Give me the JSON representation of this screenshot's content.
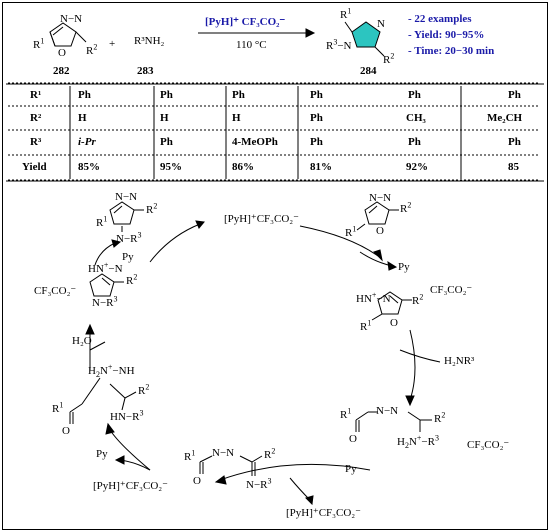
{
  "scheme": {
    "compound_282": "282",
    "compound_283": "283",
    "compound_284": "284",
    "reagent": "[PyH]⁺ CF₃CO₂⁻",
    "temperature": "110 °C",
    "amine": "R³NH₂",
    "plus": "+",
    "notes": [
      "- 22 examples",
      "- Yield: 90−95%",
      "- Time: 20−30 min"
    ]
  },
  "table": {
    "row_headers": [
      "R¹",
      "R²",
      "R³",
      "Yield"
    ],
    "columns": [
      [
        "Ph",
        "H",
        "i-Pr",
        "85%"
      ],
      [
        "Ph",
        "H",
        "Ph",
        "95%"
      ],
      [
        "Ph",
        "H",
        "4-MeOPh",
        "86%"
      ],
      [
        "Ph",
        "Ph",
        "Ph",
        "81%"
      ],
      [
        "Ph",
        "CH₃",
        "Ph",
        "92%"
      ],
      [
        "Ph",
        "Me₂CH",
        "Ph",
        "85"
      ]
    ]
  },
  "cycle": {
    "catalyst_top": "[PyH]⁺CF₃CO₂⁻",
    "catalyst_bottom": "[PyH]⁺CF₃CO₂⁻",
    "catalyst_lower_left": "[PyH]⁺CF₃CO₂⁻",
    "py_1": "Py",
    "py_2": "Py",
    "py_3": "Py",
    "py_4": "Py",
    "counter_anion_1": "CF₃CO₂⁻",
    "counter_anion_2": "CF₃CO₂⁻",
    "counter_anion_3": "CF₃CO₂⁻",
    "amine": "H₂NR³",
    "water": "H₂O"
  }
}
